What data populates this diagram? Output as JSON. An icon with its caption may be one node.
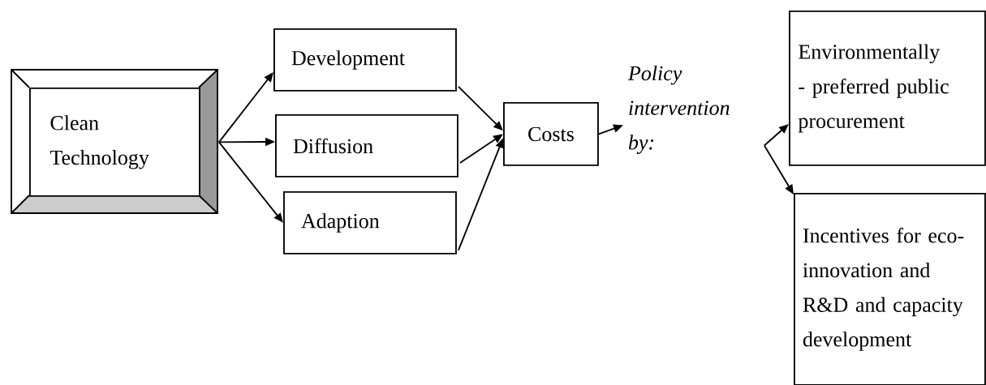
{
  "diagram": {
    "nodes": [
      {
        "text": [
          "Clean Technology"
        ]
      },
      {
        "text": [
          "Development"
        ]
      },
      {
        "text": [
          "Diffusion"
        ]
      },
      {
        "text": [
          "Adaption"
        ]
      },
      {
        "text": [
          "Costs"
        ]
      },
      {
        "text": [
          "Policy intervention by:"
        ]
      },
      {
        "text": [
          "Environmentally - preferred public procurement"
        ]
      },
      {
        "text": [
          "Incentives for eco-innovation and R&D and capacity development"
        ]
      }
    ],
    "edges": [
      {
        "from": 0,
        "to": 1,
        "arrow": "to"
      },
      {
        "from": 0,
        "to": 2,
        "arrow": "to"
      },
      {
        "from": 0,
        "to": 3,
        "arrow": "to"
      },
      {
        "from": 1,
        "to": 4,
        "arrow": "to"
      },
      {
        "from": 2,
        "to": 4,
        "arrow": "to"
      },
      {
        "from": 3,
        "to": 4,
        "arrow": "to"
      },
      {
        "from": 4,
        "to": 5,
        "arrow": "to"
      },
      {
        "from": 5,
        "to": 6,
        "arrow": "to"
      },
      {
        "from": 5,
        "to": 7,
        "arrow": "to"
      }
    ]
  }
}
